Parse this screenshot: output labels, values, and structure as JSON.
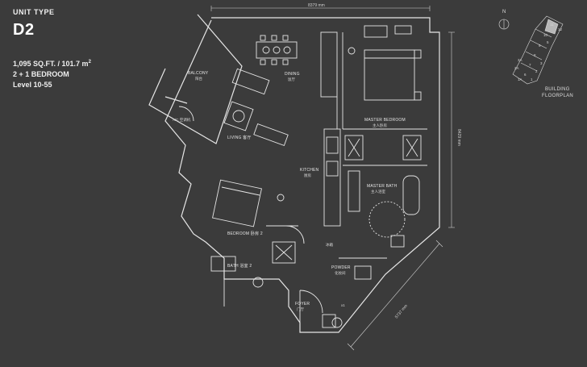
{
  "unit": {
    "type_label": "UNIT TYPE",
    "code": "D2",
    "area": "1,095 SQ.FT. / 101.7 m",
    "area_sup": "2",
    "bedrooms": "2 + 1 BEDROOM",
    "levels": "Level 10-55"
  },
  "dimensions": {
    "top": "8379 mm",
    "right": "8429 mm",
    "bottom_right": "5737 mm"
  },
  "rooms": {
    "balcony": "BALCONY",
    "balcony_cn": "阳台",
    "ac": "A/C 空调机",
    "living": "LIVING 客厅",
    "dining": "DINING",
    "dining_cn": "饭厅",
    "master_bedroom": "MASTER BEDROOM",
    "master_bedroom_cn": "主人卧房",
    "kitchen": "KITCHEN",
    "kitchen_cn": "厨房",
    "master_bath": "MASTER BATH",
    "master_bath_cn": "主人浴室",
    "bedroom2": "BEDROOM 卧房 2",
    "bath2": "BATH 浴室 2",
    "powder": "POWDER",
    "powder_cn": "化妆间",
    "foyer": "FOYER",
    "foyer_cn": "门厅",
    "fridge": "冰箱",
    "note_x": "x1"
  },
  "key_plan": {
    "north": "N",
    "numbers": [
      "12",
      "11",
      "10",
      "9",
      "8",
      "7",
      "6",
      "5",
      "3",
      "2",
      "1",
      "3A",
      "2A",
      "1A"
    ],
    "label_line1": "BUILDING",
    "label_line2": "FLOORPLAN"
  },
  "colors": {
    "background": "#3b3b3b",
    "line": "#e6e6e6",
    "highlight": "#b8b8b8"
  }
}
